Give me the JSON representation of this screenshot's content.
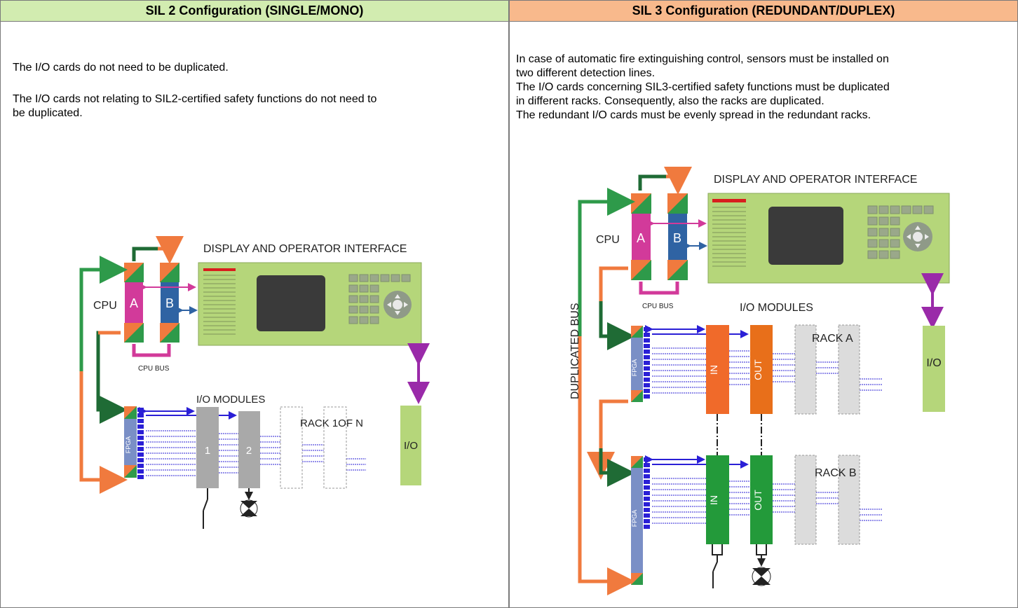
{
  "headers": {
    "sil2": "SIL 2 Configuration (SINGLE/MONO)",
    "sil3": "SIL 3 Configuration (REDUNDANT/DUPLEX)"
  },
  "sil2": {
    "para1": "The I/O cards do not need to be duplicated.",
    "para2_line1": "The I/O cards not relating to SIL2-certified safety functions do not need to",
    "para2_line2": "be duplicated."
  },
  "sil3": {
    "line1": "In case of automatic fire extinguishing control, sensors must be installed on",
    "line2": "two different detection lines.",
    "line3": "The I/O cards concerning SIL3-certified safety functions must be duplicated",
    "line4": "in different racks. Consequently, also the racks are duplicated.",
    "line5": "The redundant I/O cards must be evenly spread in the redundant racks."
  },
  "diagram_sil2": {
    "display_label": "DISPLAY AND OPERATOR INTERFACE",
    "cpu_label": "CPU",
    "cpu_a": "A",
    "cpu_b": "B",
    "cpu_bus": "CPU BUS",
    "io_modules": "I/O MODULES",
    "rack": "RACK 1OF N",
    "fpga": "FPGA",
    "module1": "1",
    "module2": "2",
    "io": "I/O"
  },
  "diagram_sil3": {
    "display_label": "DISPLAY AND OPERATOR INTERFACE",
    "cpu_label": "CPU",
    "cpu_a": "A",
    "cpu_b": "B",
    "cpu_bus": "CPU BUS",
    "io_modules": "I/O MODULES",
    "duplicated_bus": "DUPLICATED BUS",
    "rack_a": "RACK A",
    "rack_b": "RACK B",
    "fpga": "FPGA",
    "in": "IN",
    "out": "OUT",
    "io": "I/O"
  },
  "colors": {
    "green_header": "#d2ecb0",
    "orange_header": "#f8b98c",
    "panel_green": "#b5d67a",
    "cpu_a": "#d23a9a",
    "cpu_b": "#2f63a3",
    "bus_green": "#2e9a4a",
    "bus_orange": "#f07a3e",
    "fpga": "#7a8fc6",
    "bus_blue": "#2a1fd6",
    "module_gray": "#a9a9a9",
    "module_orange": "#f06a2a",
    "module_green": "#239a3a",
    "io_purple": "#9a2aa9"
  }
}
